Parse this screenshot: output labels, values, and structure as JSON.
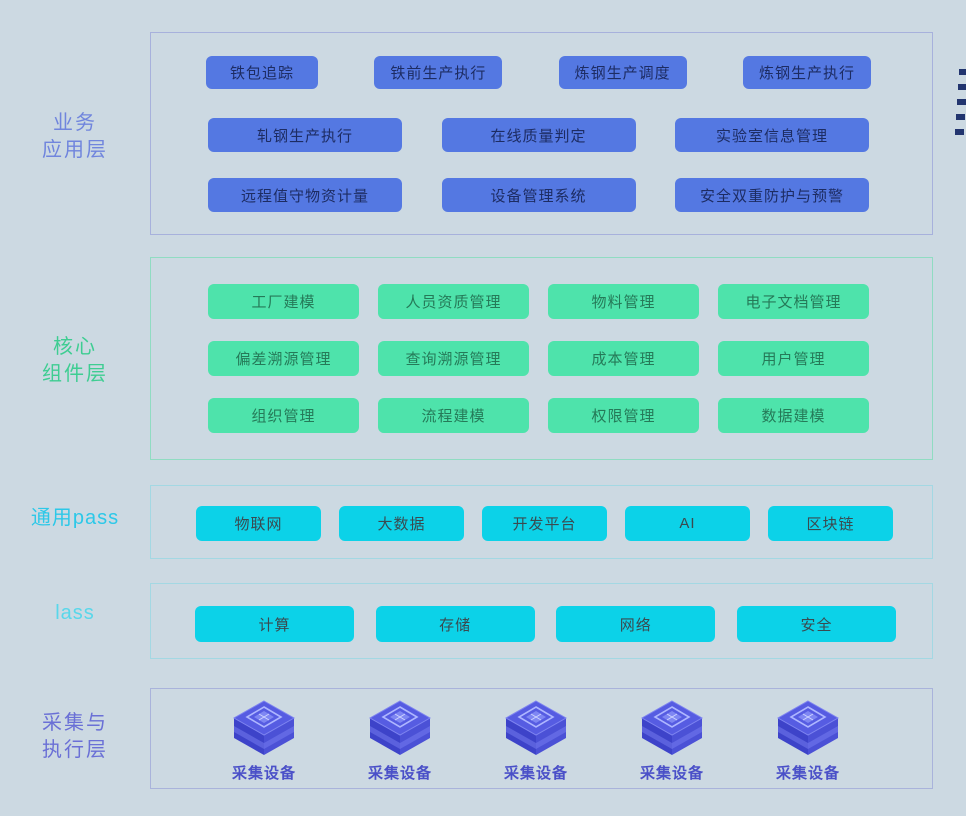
{
  "page": {
    "background_color": "#ccd9e2",
    "decoration": {
      "name": "dots-decoration",
      "square_color": "#22356f",
      "count": 5
    }
  },
  "layers": [
    {
      "id": "business-app",
      "label_lines": [
        "业务",
        "应用层"
      ],
      "label_color": "#7085dd",
      "panel_border_color": "#a7b1dc",
      "button_bg": "#5478e2",
      "button_text_color": "#1d2c63",
      "rows": [
        [
          "铁包追踪",
          "铁前生产执行",
          "炼钢生产调度",
          "炼钢生产执行"
        ],
        [
          "轧钢生产执行",
          "在线质量判定",
          "实验室信息管理"
        ],
        [
          "远程值守物资计量",
          "设备管理系统",
          "安全双重防护与预警"
        ]
      ]
    },
    {
      "id": "core-components",
      "label_lines": [
        "核心",
        "组件层"
      ],
      "label_color": "#3ecd92",
      "panel_border_color": "#90dcc2",
      "button_bg": "#4ee3ab",
      "button_text_color": "#257a58",
      "rows": [
        [
          "工厂建模",
          "人员资质管理",
          "物料管理",
          "电子文档管理"
        ],
        [
          "偏差溯源管理",
          "查询溯源管理",
          "成本管理",
          "用户管理"
        ],
        [
          "组织管理",
          "流程建模",
          "权限管理",
          "数据建模"
        ]
      ]
    },
    {
      "id": "common-paas",
      "label_lines": [
        "通用pass"
      ],
      "label_color": "#2cc8e8",
      "panel_border_color": "#a3d8e3",
      "button_bg": "#0cd2e8",
      "button_text_color": "#3a4a50",
      "rows": [
        [
          "物联网",
          "大数据",
          "开发平台",
          "AI",
          "区块链"
        ]
      ]
    },
    {
      "id": "iaas",
      "label_lines": [
        "lass"
      ],
      "label_color": "#58d7ea",
      "panel_border_color": "#a3d8e3",
      "button_bg": "#0cd2e8",
      "button_text_color": "#3a4a50",
      "rows": [
        [
          "计算",
          "存储",
          "网络",
          "安全"
        ]
      ]
    },
    {
      "id": "collect-execute",
      "label_lines": [
        "采集与",
        "执行层"
      ],
      "label_color": "#6a70d6",
      "panel_border_color": "#a9b3db",
      "device_icon": "chip-cube-icon",
      "device_label_color": "#4a50c8",
      "devices": [
        "采集设备",
        "采集设备",
        "采集设备",
        "采集设备",
        "采集设备"
      ]
    }
  ]
}
